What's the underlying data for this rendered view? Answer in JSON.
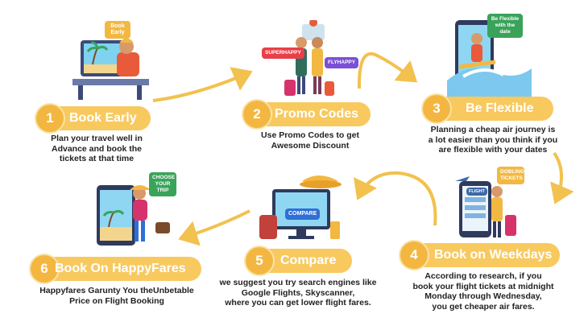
{
  "steps": [
    {
      "num": "1",
      "title": "Book Early",
      "desc": [
        "Plan your travel well in",
        "Advance and book the",
        "tickets at that time"
      ]
    },
    {
      "num": "2",
      "title": "Promo Codes",
      "desc": [
        "Use Promo Codes to get",
        "Awesome Discount"
      ]
    },
    {
      "num": "3",
      "title": "Be Flexible",
      "desc": [
        "Planning a cheap air journey is",
        "a lot easier than you think if you",
        "are flexible with your dates"
      ]
    },
    {
      "num": "4",
      "title": "Book on Weekdays",
      "desc": [
        "According to research, if you",
        "book your flight tickets at midnight",
        "Monday through Wednesday,",
        "you get cheaper air fares."
      ]
    },
    {
      "num": "5",
      "title": "Compare",
      "desc": [
        "we suggest you try search engines like",
        "Google Flights, Skyscanner,",
        "where you can get lower flight fares."
      ]
    },
    {
      "num": "6",
      "title": "Book On HappyFares",
      "desc": [
        "Happyfares Garunty You theUnbetable",
        "Price on Flight Booking"
      ]
    }
  ],
  "illustrations": {
    "book_early_bubble": "Book Early",
    "promo_tag_1": "SUPERHAPPY",
    "promo_tag_2": "FLYHAPPY",
    "flexible_bubble": "Be Flexible with the date",
    "weekday_bubble": "DOBLING TICKETS",
    "weekday_screen": "FLIGHT",
    "compare_screen": "COMPARE",
    "happyfares_bubble": "CHOOSE YOUR TRIP"
  },
  "colors": {
    "pill": "#f8c95f",
    "circle": "#f3b741",
    "arrow": "#f2c14e"
  }
}
